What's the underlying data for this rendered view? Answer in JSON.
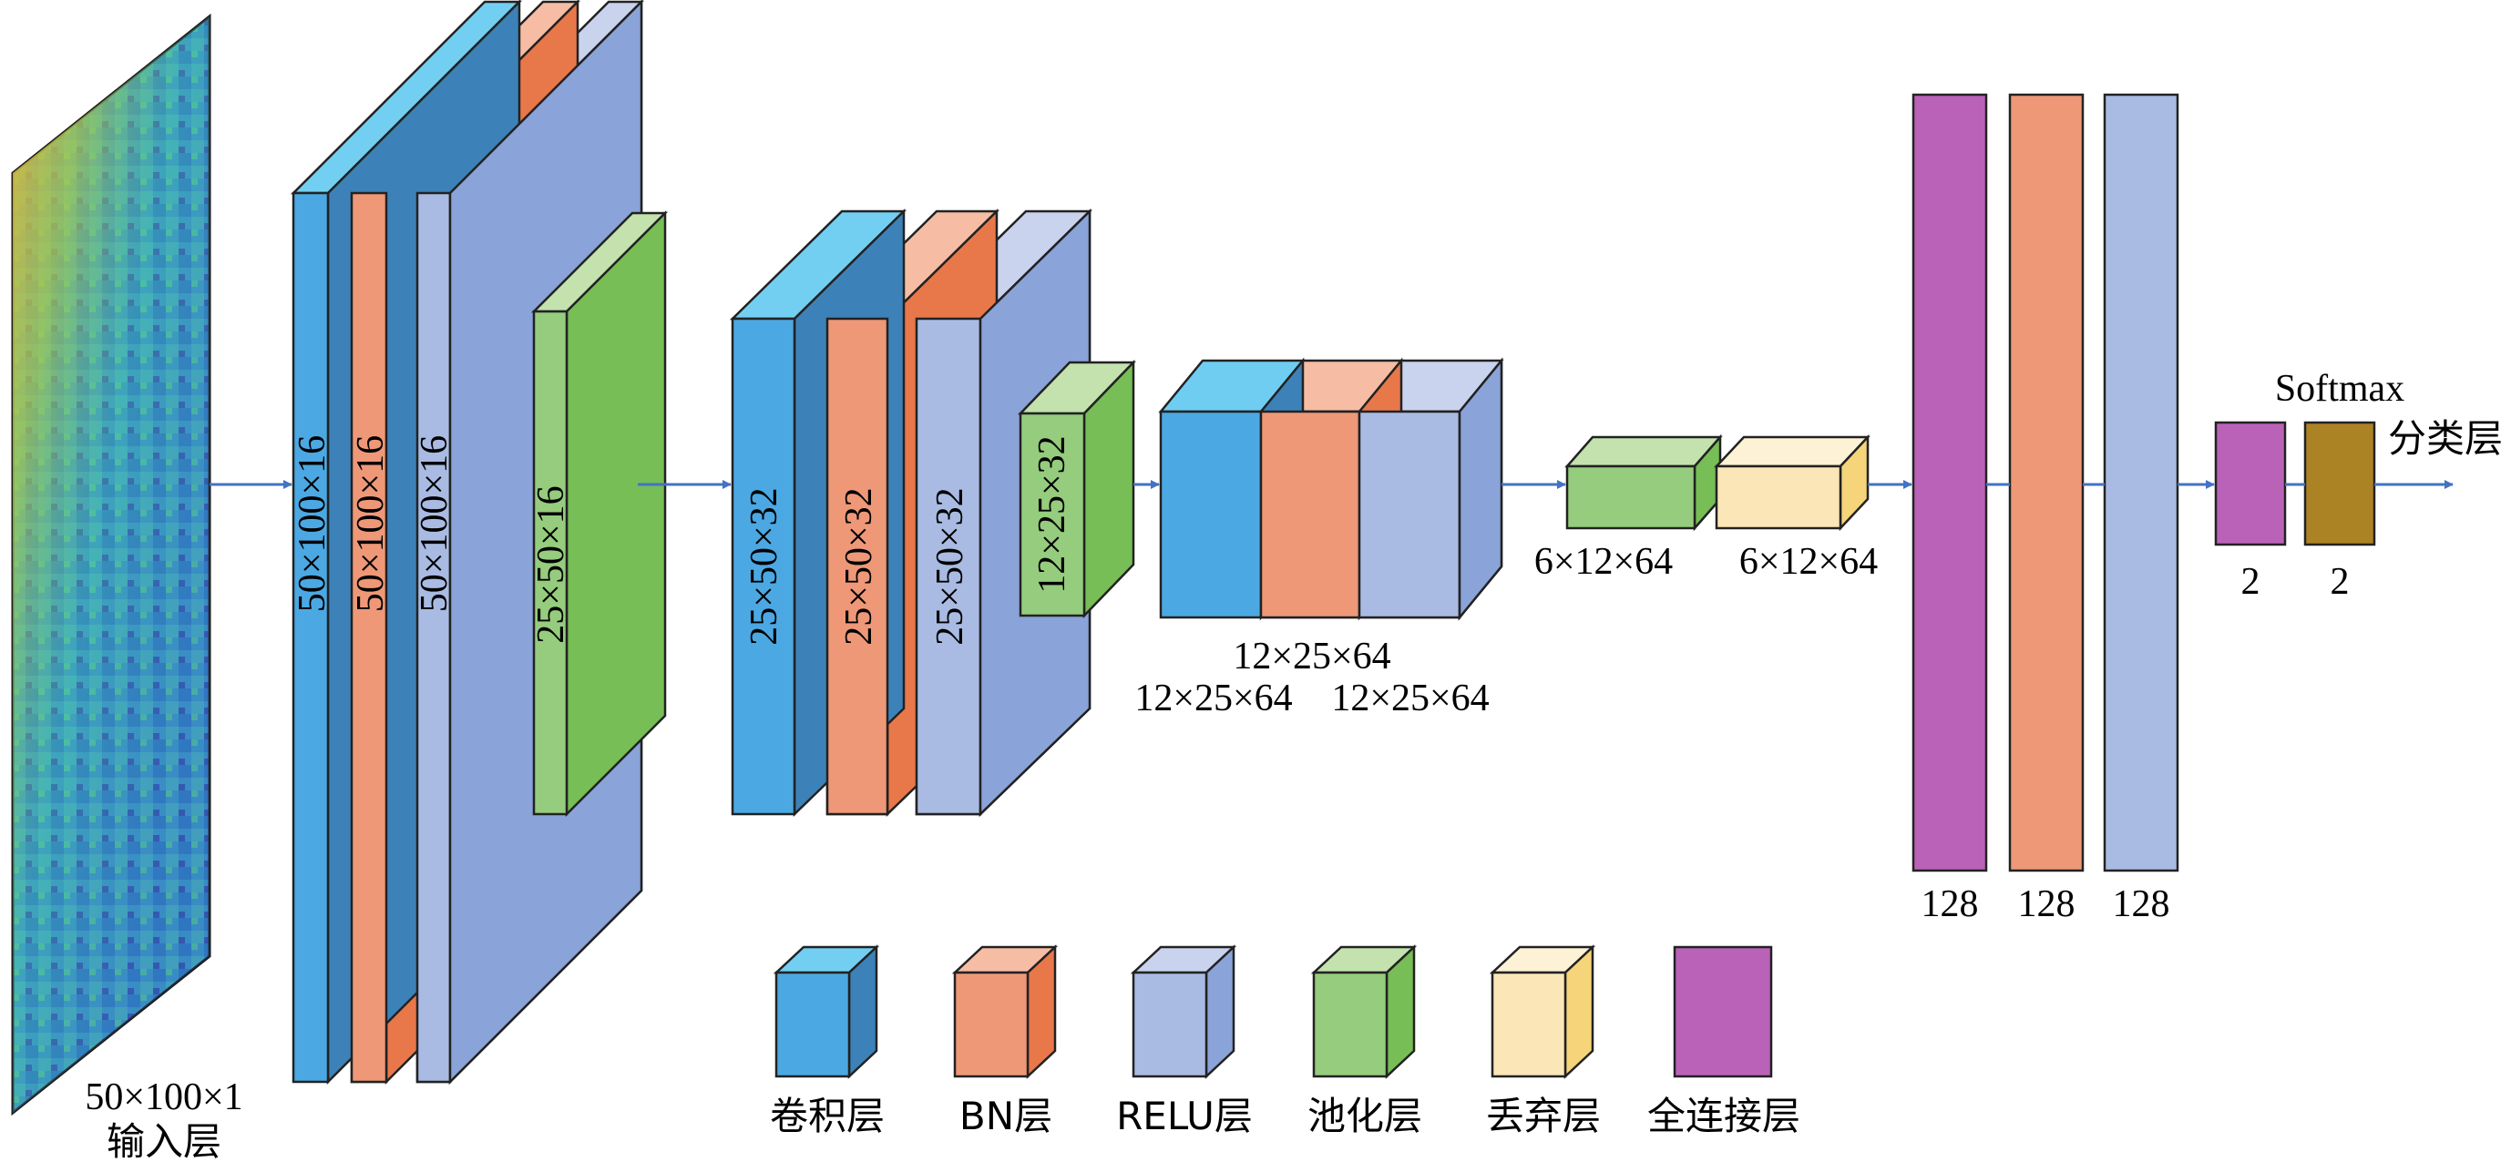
{
  "colors": {
    "conv": "#4BA8E2",
    "bn": "#EE9878",
    "relu": "#A9BBE2",
    "pool": "#95CC7D",
    "dropout": "#FBE6B8",
    "fc": "#BA62B8",
    "softmax": "#AB8224",
    "arrow": "#4472C4"
  },
  "input": {
    "dims": "50×100×1",
    "name": "输入层"
  },
  "block1": {
    "conv": "50×100×16",
    "bn": "50×100×16",
    "relu": "50×100×16",
    "pool": "25×50×16"
  },
  "block2": {
    "conv": "25×50×32",
    "bn": "25×50×32",
    "relu": "25×50×32",
    "pool": "12×25×32"
  },
  "block3": {
    "conv": "12×25×64",
    "bn": "12×25×64",
    "relu": "12×25×64"
  },
  "block4": {
    "pool": "6×12×64",
    "dropout": "6×12×64"
  },
  "fc_layers": {
    "fc": "128",
    "bn": "128",
    "relu": "128"
  },
  "output": {
    "fc": "2",
    "softmax": "2",
    "softmax_label": "Softmax",
    "classify_label": "分类层"
  },
  "legend": [
    {
      "id": "conv",
      "label": "卷积层"
    },
    {
      "id": "bn",
      "label": "BN层"
    },
    {
      "id": "relu",
      "label": "RELU层"
    },
    {
      "id": "pool",
      "label": "池化层"
    },
    {
      "id": "dropout",
      "label": "丢弃层"
    },
    {
      "id": "fc",
      "label": "全连接层"
    }
  ]
}
